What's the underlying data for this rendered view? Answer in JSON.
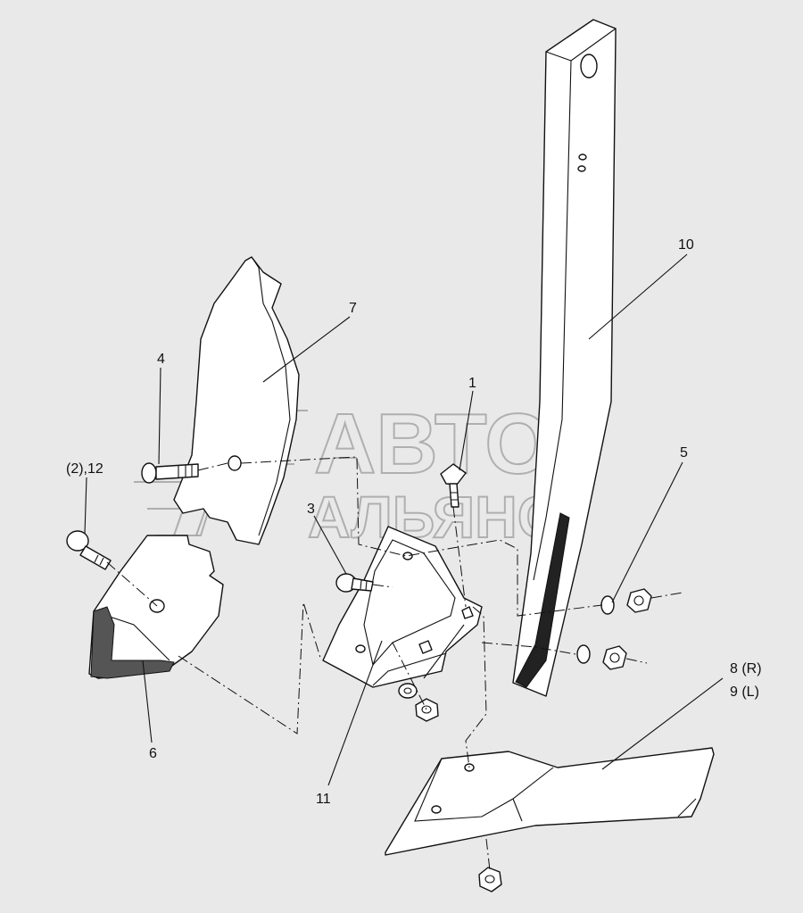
{
  "watermark": {
    "line1": "АВТО",
    "line2": "АЛЬЯНС"
  },
  "callouts": {
    "p1": "1",
    "p2_12": "(2),12",
    "p3": "3",
    "p4": "4",
    "p5": "5",
    "p6": "6",
    "p7": "7",
    "p8": "8 (R)",
    "p9": "9 (L)",
    "p10": "10",
    "p11": "11"
  },
  "colors": {
    "background": "#e9e9e9",
    "line": "#111111",
    "watermark": "#8a8a8a"
  }
}
